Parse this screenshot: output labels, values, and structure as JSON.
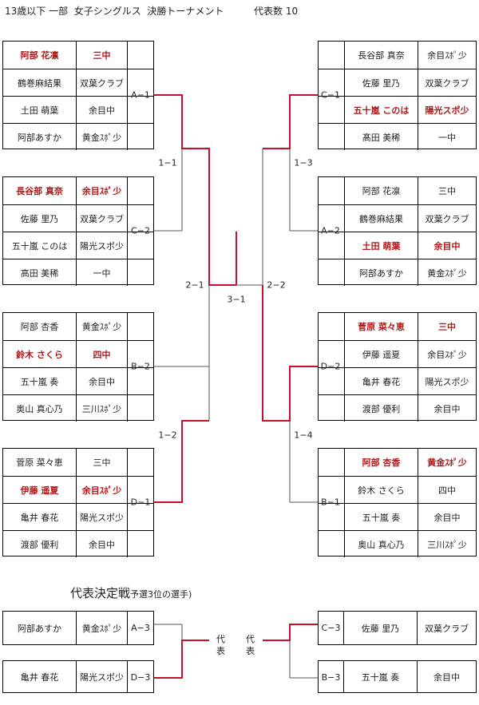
{
  "title": "13歳以下 一部  女子シングルス  決勝トーナメント",
  "rep_count": "代表数  10",
  "groups": {
    "A1": {
      "label": "A−1",
      "rows": [
        {
          "name": "阿部  花凛",
          "club": "三中",
          "winner": true
        },
        {
          "name": "鶴巻麻結果",
          "club": "双葉クラブ"
        },
        {
          "name": "土田  萌葉",
          "club": "余目中"
        },
        {
          "name": "阿部あすか",
          "club": "黄金ｽﾎﾟ少"
        }
      ]
    },
    "C2": {
      "label": "C−2",
      "rows": [
        {
          "name": "長谷部  真奈",
          "club": "余目ｽﾎﾟ少",
          "winner": true
        },
        {
          "name": "佐藤  里乃",
          "club": "双葉クラブ"
        },
        {
          "name": "五十嵐 このは",
          "club": "陽光スポ少"
        },
        {
          "name": "高田  美稀",
          "club": "一中"
        }
      ]
    },
    "B2": {
      "label": "B−2",
      "rows": [
        {
          "name": "阿部  杏香",
          "club": "黄金ｽﾎﾟ少"
        },
        {
          "name": "鈴木  さくら",
          "club": "四中",
          "winner": true
        },
        {
          "name": "五十嵐  奏",
          "club": "余目中"
        },
        {
          "name": "奥山  真心乃",
          "club": "三川ｽﾎﾟ少"
        }
      ]
    },
    "D1": {
      "label": "D−1",
      "rows": [
        {
          "name": "菅原  菜々恵",
          "club": "三中"
        },
        {
          "name": "伊藤  遥夏",
          "club": "余目ｽﾎﾟ少",
          "winner": true
        },
        {
          "name": "亀井  春花",
          "club": "陽光スポ少"
        },
        {
          "name": "渡部  優利",
          "club": "余目中"
        }
      ]
    },
    "C1": {
      "label": "C−1",
      "rows": [
        {
          "name": "長谷部  真奈",
          "club": "余目ｽﾎﾟ少"
        },
        {
          "name": "佐藤  里乃",
          "club": "双葉クラブ"
        },
        {
          "name": "五十嵐  このは",
          "club": "陽光スポ少",
          "winner": true
        },
        {
          "name": "髙田  美稀",
          "club": "一中"
        }
      ]
    },
    "A2": {
      "label": "A−2",
      "rows": [
        {
          "name": "阿部  花凛",
          "club": "三中"
        },
        {
          "name": "鶴巻麻結果",
          "club": "双葉クラブ"
        },
        {
          "name": "土田  萌葉",
          "club": "余目中",
          "winner": true
        },
        {
          "name": "阿部あすか",
          "club": "黄金ｽﾎﾟ少"
        }
      ]
    },
    "D2": {
      "label": "D−2",
      "rows": [
        {
          "name": "菅原  菜々恵",
          "club": "三中",
          "winner": true
        },
        {
          "name": "伊藤  遥夏",
          "club": "余目ｽﾎﾟ少"
        },
        {
          "name": "亀井  春花",
          "club": "陽光スポ少"
        },
        {
          "name": "渡部  優利",
          "club": "余目中"
        }
      ]
    },
    "B1": {
      "label": "B−1",
      "rows": [
        {
          "name": "阿部  杏香",
          "club": "黄金ｽﾎﾟ少",
          "winner": true
        },
        {
          "name": "鈴木  さくら",
          "club": "四中"
        },
        {
          "name": "五十嵐  奏",
          "club": "余目中"
        },
        {
          "name": "奥山  真心乃",
          "club": "三川ｽﾎﾟ少"
        }
      ]
    }
  },
  "matches": {
    "m1_1": "1−1",
    "m1_2": "1−2",
    "m1_3": "1−3",
    "m1_4": "1−4",
    "m2_1": "2−1",
    "m2_2": "2−2",
    "m3_1": "3−1"
  },
  "playoff": {
    "heading": "代表決定戦",
    "heading_note": "予選3位の選手)",
    "left": [
      {
        "name": "阿部あすか",
        "club": "黄金ｽﾎﾟ少",
        "label": "A−3"
      },
      {
        "name": "亀井  春花",
        "club": "陽光スポ少",
        "label": "D−3"
      }
    ],
    "right": [
      {
        "name": "佐藤  里乃",
        "club": "双葉クラブ",
        "label": "C−3"
      },
      {
        "name": "五十嵐  奏",
        "club": "余目中",
        "label": "B−3"
      }
    ],
    "rep_mark": [
      "代",
      "表"
    ]
  },
  "colors": {
    "winner": "#b01919",
    "line": "#555555",
    "win_line": "#c8102e"
  }
}
